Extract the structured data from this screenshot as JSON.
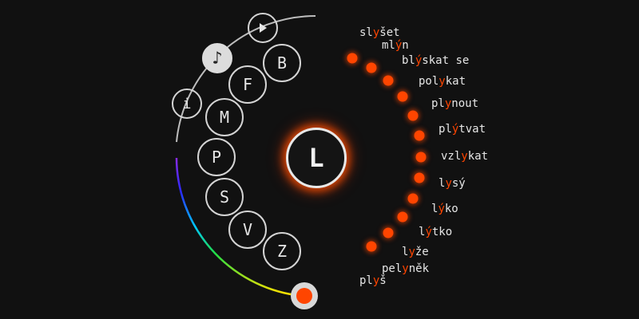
{
  "controls": {
    "play_icon": "play-icon",
    "sound_symbol": "♪",
    "info_symbol": "i"
  },
  "letters": [
    "B",
    "F",
    "M",
    "P",
    "S",
    "V",
    "Z"
  ],
  "center_letter": "L",
  "colors": {
    "accent": "#ff4500",
    "circle_border": "#d4d4d4",
    "background": "#111111"
  },
  "words": [
    {
      "pre": "sl",
      "hl": "y",
      "post": "šet"
    },
    {
      "pre": "ml",
      "hl": "ý",
      "post": "n"
    },
    {
      "pre": "bl",
      "hl": "ý",
      "post": "skat se"
    },
    {
      "pre": "pol",
      "hl": "y",
      "post": "kat"
    },
    {
      "pre": "pl",
      "hl": "y",
      "post": "nout"
    },
    {
      "pre": "pl",
      "hl": "ý",
      "post": "tvat"
    },
    {
      "pre": "vzl",
      "hl": "y",
      "post": "kat"
    },
    {
      "pre": "l",
      "hl": "y",
      "post": "sý"
    },
    {
      "pre": "l",
      "hl": "ý",
      "post": "ko"
    },
    {
      "pre": "l",
      "hl": "ý",
      "post": "tko"
    },
    {
      "pre": "l",
      "hl": "y",
      "post": "že"
    },
    {
      "pre": "pel",
      "hl": "y",
      "post": "něk"
    },
    {
      "pre": "pl",
      "hl": "y",
      "post": "š"
    }
  ]
}
